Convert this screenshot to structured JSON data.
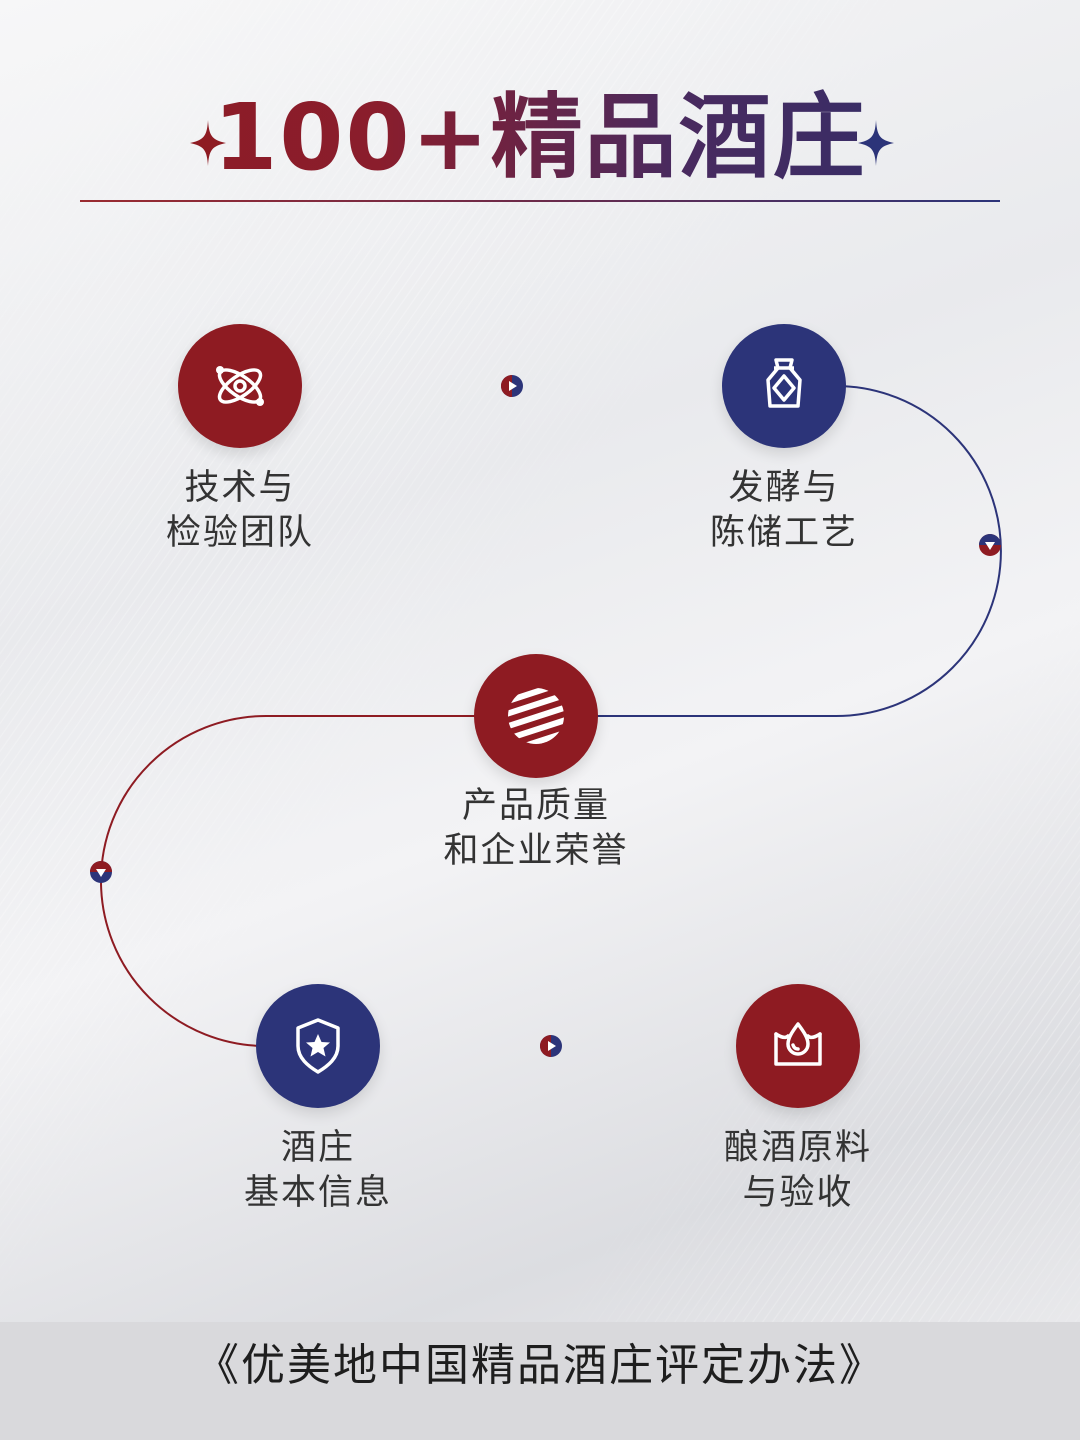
{
  "title": "100+精品酒庄",
  "colors": {
    "red": "#8e1b22",
    "navy": "#2c3479",
    "text": "#333333"
  },
  "nodes": [
    {
      "icon": "atom-icon",
      "line1": "技术与",
      "line2": "检验团队"
    },
    {
      "icon": "bottle-icon",
      "line1": "发酵与",
      "line2": "陈储工艺"
    },
    {
      "icon": "striped-globe-icon",
      "line1": "产品质量",
      "line2": "和企业荣誉"
    },
    {
      "icon": "shield-star-icon",
      "line1": "酒庄",
      "line2": "基本信息"
    },
    {
      "icon": "water-drop-icon",
      "line1": "酿酒原料",
      "line2": "与验收"
    }
  ],
  "footer": "《优美地中国精品酒庄评定办法》"
}
